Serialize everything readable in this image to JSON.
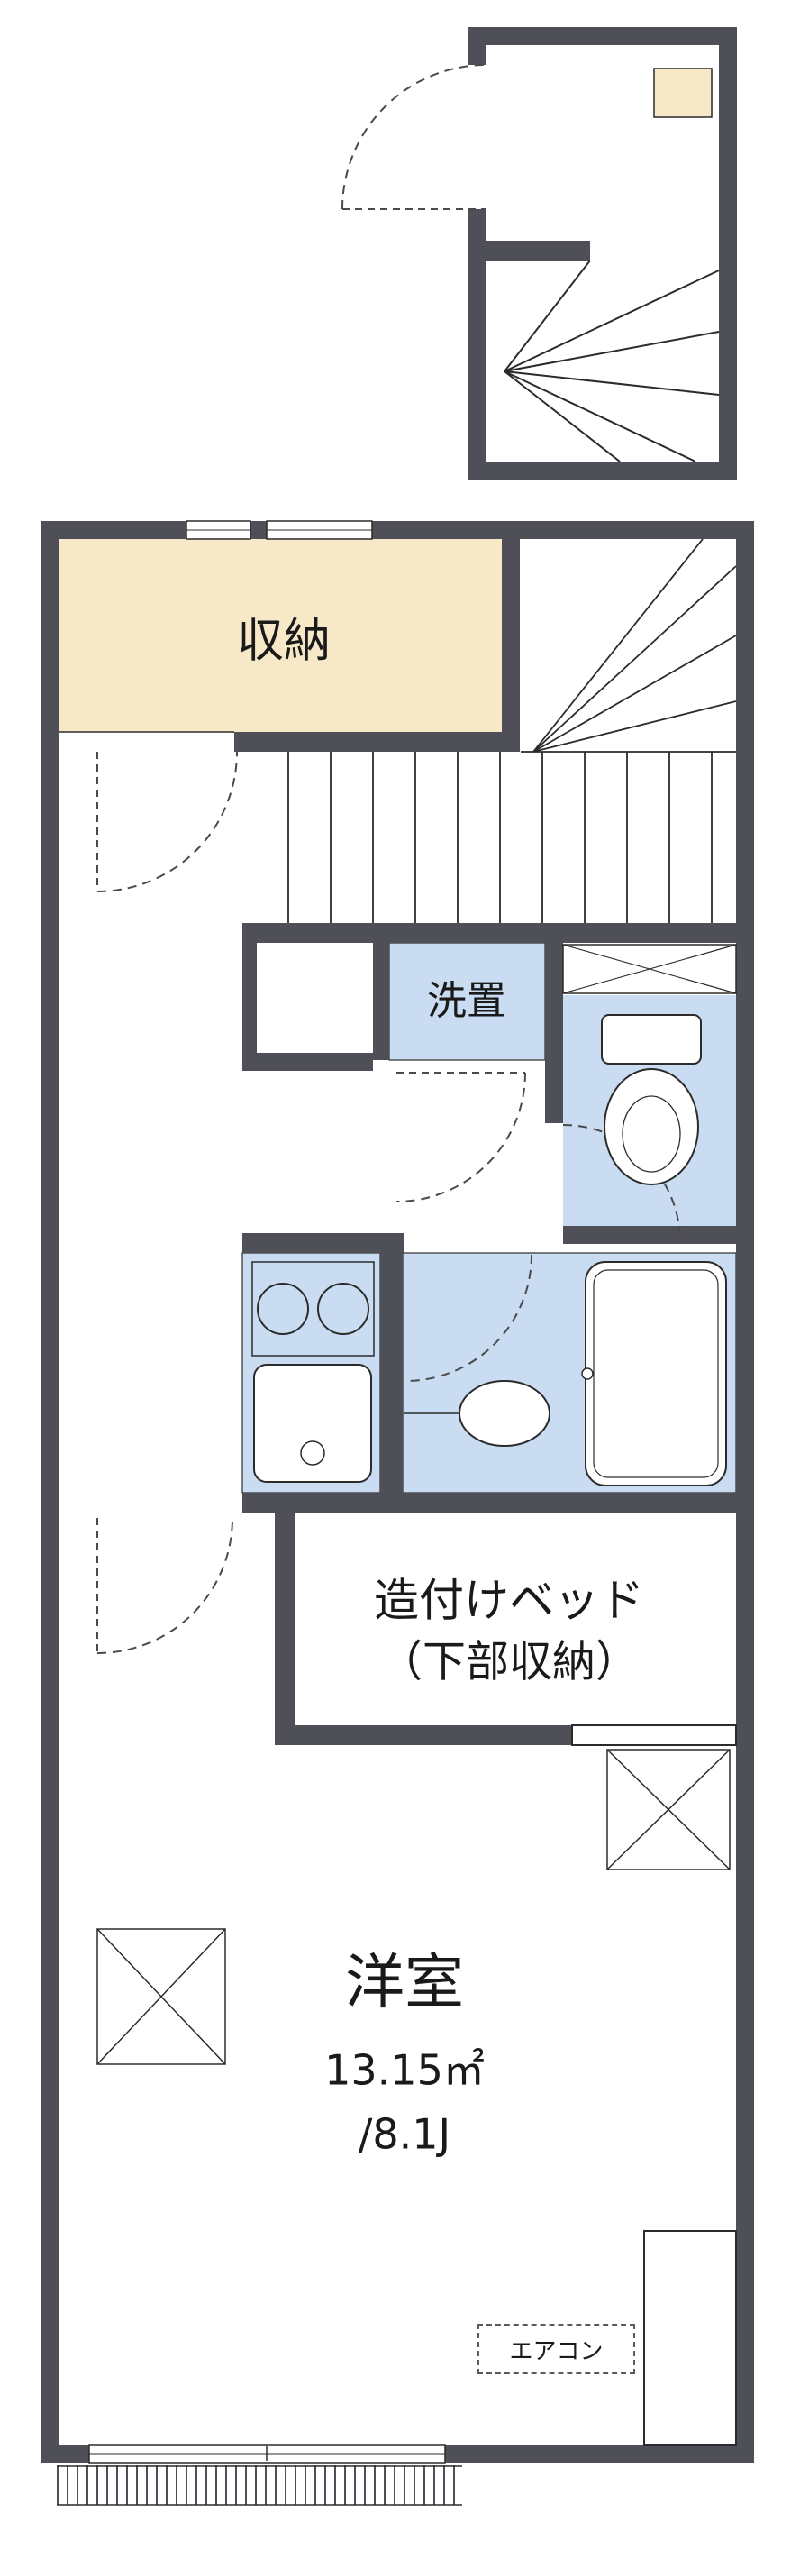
{
  "colors": {
    "wall": "#4f4f57",
    "closet_fill": "#f7e8c7",
    "wet_area_fill": "#c9dcf2",
    "outline": "#2b2b2b",
    "background": "#ffffff"
  },
  "rooms": {
    "closet": {
      "label": "収納"
    },
    "laundry": {
      "label": "洗置"
    },
    "built_in_bed": {
      "label_line1": "造付けベッド",
      "label_line2": "（下部収納）"
    },
    "western_room": {
      "label": "洋室",
      "area_sqm": "13.15㎡",
      "area_jo": "/8.1J"
    },
    "air_conditioner": {
      "label": "エアコン"
    }
  }
}
